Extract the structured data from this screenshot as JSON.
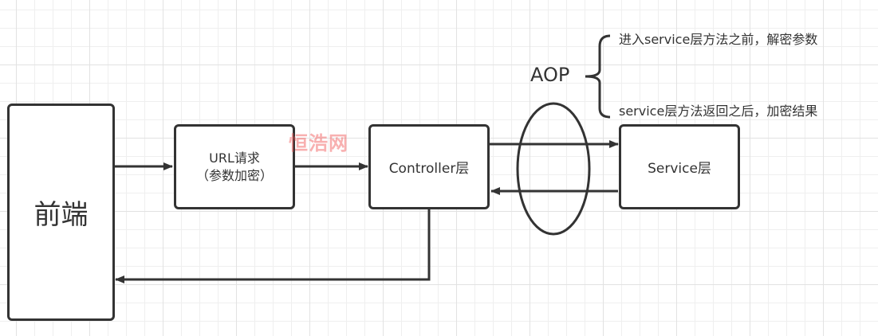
{
  "nodes": {
    "frontend": "前端",
    "url_request_line1": "URL请求",
    "url_request_line2": "（参数加密）",
    "controller": "Controller层",
    "service": "Service层"
  },
  "aop": {
    "label": "AOP",
    "before": "进入service层方法之前，解密参数",
    "after": "service层方法返回之后，加密结果"
  },
  "watermark": "恒浩网",
  "colors": {
    "stroke": "#333333",
    "grid_minor": "#efefef",
    "grid_major": "#e2e2e2",
    "watermark": "#f05050"
  }
}
